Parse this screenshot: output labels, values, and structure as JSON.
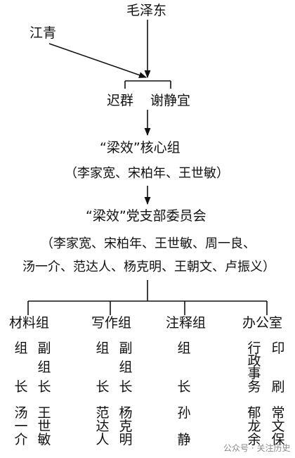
{
  "nodes": {
    "mao": "毛泽东",
    "jiang": "江青",
    "chi": "迟群",
    "xie": "谢静宜",
    "core": "“梁效”核心组",
    "core_members": "（李家宽、宋柏年、王世敏）",
    "branch": "“梁效”党支部委员会",
    "branch_members_1": "（李家宽、宋柏年、王世敏、周一良、",
    "branch_members_2": "汤一介、范达人、杨克明、王朝文、卢振义）"
  },
  "groups": [
    {
      "name": "材料组",
      "roles": [
        {
          "title": [
            "组",
            "",
            "长"
          ],
          "person": [
            "汤",
            "一",
            "介"
          ]
        },
        {
          "title": [
            "副",
            "组",
            "长"
          ],
          "person": [
            "王",
            "世",
            "敏"
          ]
        }
      ]
    },
    {
      "name": "写作组",
      "roles": [
        {
          "title": [
            "组",
            "",
            "长"
          ],
          "person": [
            "范",
            "达",
            "人"
          ]
        },
        {
          "title": [
            "副",
            "组",
            "长"
          ],
          "person": [
            "杨",
            "克",
            "明"
          ]
        }
      ]
    },
    {
      "name": "注释组",
      "roles": [
        {
          "title": [
            "组",
            "",
            "长"
          ],
          "person": [
            "孙",
            "",
            "静"
          ]
        }
      ]
    },
    {
      "name": "办公室",
      "roles": [
        {
          "title": [
            "行",
            "政",
            "事",
            "务"
          ],
          "person": [
            "郁",
            "龙",
            "余"
          ]
        },
        {
          "title": [
            "印",
            "",
            "",
            "刷"
          ],
          "person": [
            "常",
            "文",
            "保"
          ]
        }
      ]
    }
  ],
  "watermark": "公众号 · 关注历史"
}
